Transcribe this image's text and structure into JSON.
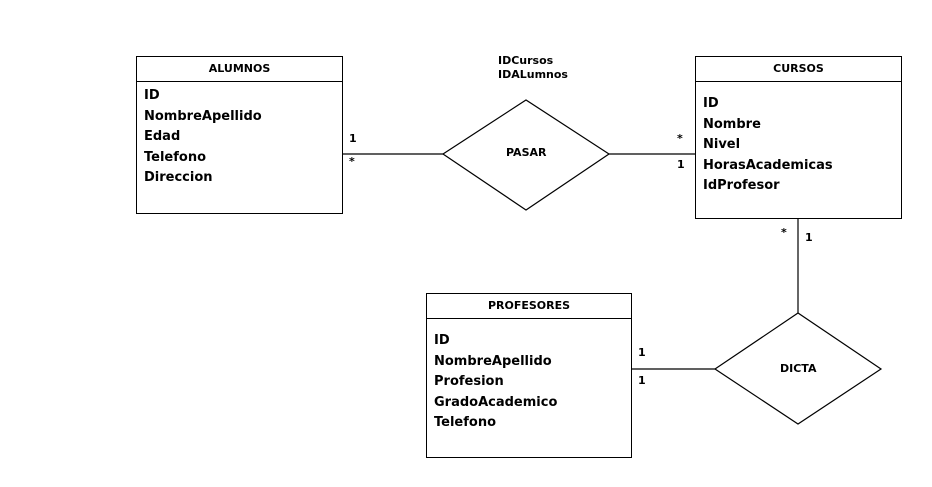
{
  "entities": {
    "alumnos": {
      "title": "ALUMNOS",
      "attributes": [
        "ID",
        "NombreApellido",
        "Edad",
        "Telefono",
        "Direccion"
      ]
    },
    "cursos": {
      "title": "CURSOS",
      "attributes": [
        "ID",
        "Nombre",
        "Nivel",
        "HorasAcademicas",
        "IdProfesor"
      ]
    },
    "profesores": {
      "title": "PROFESORES",
      "attributes": [
        "ID",
        "NombreApellido",
        "Profesion",
        "GradoAcademico",
        "Telefono"
      ]
    }
  },
  "relationships": {
    "pasar": {
      "label": "PASAR",
      "attributes": [
        "IDCursos",
        "IDALumnos"
      ],
      "cardinality": {
        "alumnos_upper": "1",
        "alumnos_lower": "*",
        "cursos_upper": "*",
        "cursos_lower": "1"
      }
    },
    "dicta": {
      "label": "DICTA",
      "cardinality": {
        "cursos_left": "*",
        "cursos_right": "1",
        "profesores_upper": "1",
        "profesores_lower": "1"
      }
    }
  }
}
